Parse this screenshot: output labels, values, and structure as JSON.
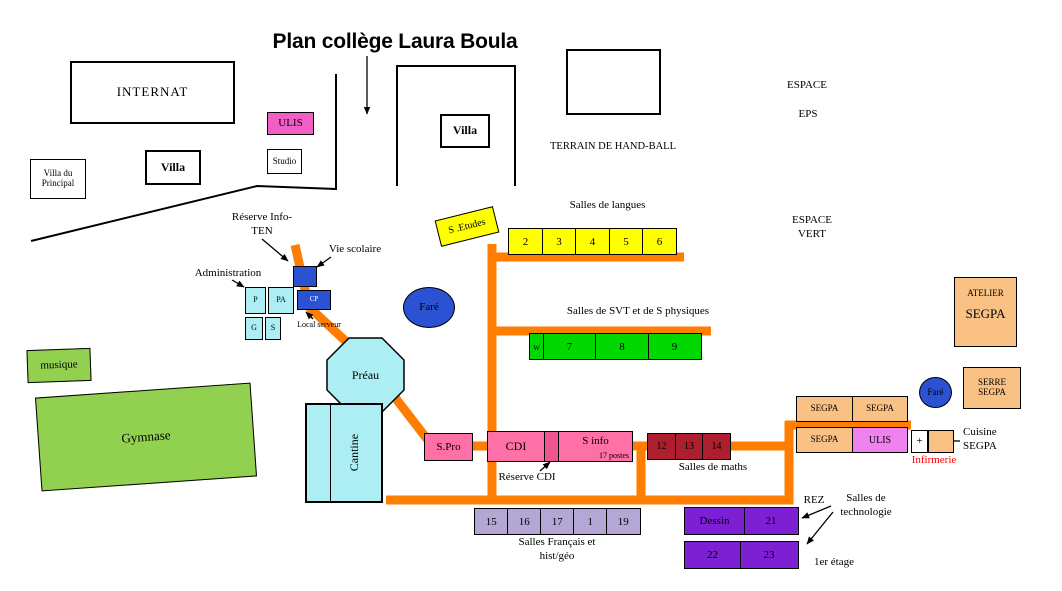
{
  "title": "Plan collège Laura Boula",
  "colors": {
    "path": "#ff7d00",
    "yellow": "#ffff00",
    "room_green": "#00d800",
    "field_green": "#92d050",
    "cyan": "#aceef4",
    "blue": "#2a52d2",
    "pink": "#ff70a6",
    "pink_dark": "#ef5590",
    "magenta": "#f25ec6",
    "orchid": "#ee82ee",
    "maroon": "#ad1f2e",
    "lavender": "#b4a7d6",
    "violet": "#7d1fd3",
    "peach": "#f9c183",
    "alert_red": "#ff0000"
  },
  "areas": {
    "internat": "INTERNAT",
    "villa_principal": "Villa du Principal",
    "villa_west": "Villa",
    "villa_north": "Villa",
    "ulis_annex": "ULIS",
    "studio": "Studio",
    "terrain_handball": "TERRAIN DE HAND-BALL",
    "espace": "ESPACE",
    "eps": "EPS",
    "espace_vert": "ESPACE VERT",
    "musique": "musique",
    "gymnase": "Gymnase",
    "fare_center": "Faré",
    "fare_east": "Faré",
    "preau": "Préau",
    "cantine": "Cantine",
    "s_etudes": "S .Etudes",
    "s_pro": "S.Pro",
    "cdi": "CDI",
    "s_info": "S info",
    "s_info_sub": "17 postes",
    "atelier_line1": "ATELIER",
    "atelier_line2": "SEGPA",
    "serre": "SERRE SEGPA",
    "infirmerie_cross": "+"
  },
  "admin": {
    "cells": [
      "P",
      "PA",
      "G",
      "S"
    ],
    "cp": "CP",
    "labels": {
      "reserve_info": "Réserve Info-TEN",
      "vie_scolaire": "Vie scolaire",
      "administration": "Administration",
      "local_serveur": "Local serveur"
    }
  },
  "room_rows": {
    "langues": {
      "title": "Salles de langues",
      "cells": [
        "2",
        "3",
        "4",
        "5",
        "6"
      ]
    },
    "svt": {
      "title": "Salles de SVT et de  S physiques",
      "cells": [
        "w",
        "7",
        "8",
        "9"
      ]
    },
    "maths": {
      "title": "Salles de maths",
      "cells": [
        "12",
        "13",
        "14"
      ]
    },
    "francais": {
      "title": "Salles Français et hist/géo",
      "cells": [
        "15",
        "16",
        "17",
        "1",
        "19"
      ]
    },
    "techno_rez": {
      "cells": [
        "Dessin",
        "21"
      ]
    },
    "techno_etage": {
      "cells": [
        "22",
        "23"
      ]
    },
    "segpa": {
      "cells": [
        "SEGPA",
        "SEGPA",
        "SEGPA",
        "ULIS"
      ]
    }
  },
  "annotations": {
    "reserve_cdi": "Réserve CDI",
    "rez": "REZ",
    "salles_techno": "Salles de technologie",
    "premier_etage": "1er étage",
    "cuisine_segpa": "Cuisine SEGPA",
    "infirmerie": "Infirmerie"
  }
}
